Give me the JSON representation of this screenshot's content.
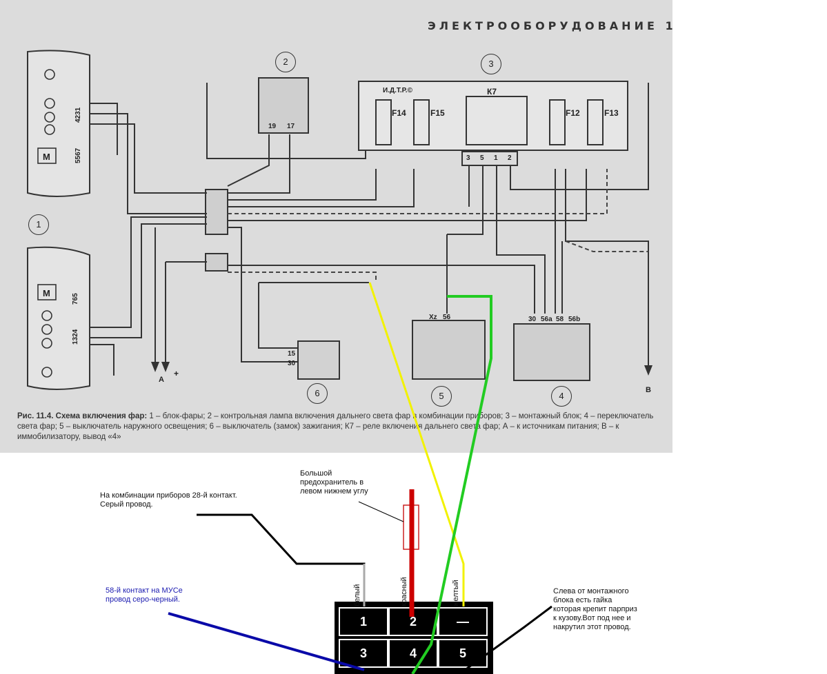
{
  "scan": {
    "header": "ЭЛЕКТРООБОРУДОВАНИЕ 1",
    "caption_bold": "Рис. 11.4. Схема включения фар:",
    "caption_text": " 1 – блок-фары; 2 – контрольная лампа включения дальнего света фар в комбинации приборов; 3 – монтажный блок; 4 – переключатель света фар; 5 – выключатель наружного освещения; 6 – выключатель (замок) зажигания; К7 – реле включения дальнего света фар; А – к источникам питания; В – к иммобилизатору, вывод «4»",
    "numbers": {
      "n1": "1",
      "n2": "2",
      "n3": "3",
      "n4": "4",
      "n5": "5",
      "n6": "6"
    },
    "block_labels": {
      "idtr": "И.Д.Т.Р.©",
      "k7": "К7",
      "f14": "F14",
      "f15": "F15",
      "f12": "F12",
      "f13": "F13",
      "k7_pins": [
        "3",
        "5",
        "1",
        "2"
      ],
      "lamp_pins": [
        "19",
        "17"
      ],
      "headlamp_top_pins": "4231",
      "headlamp_top_pins2": "5567",
      "headlamp_bot_pins": "765",
      "headlamp_bot_pins2": "1324",
      "sw5_pins": [
        "Xz",
        "56"
      ],
      "sw4_pins": [
        "30",
        "56a",
        "58",
        "56b"
      ],
      "ign_pins": [
        "15",
        "30"
      ],
      "label_a": "А",
      "label_plus": "+",
      "label_b": "В",
      "motor_m": "M"
    }
  },
  "annotations": {
    "fuse_note": "Большой\nпредохранитель в\nлевом нижнем углу",
    "gray_wire_note": "На комбинации приборов 28-й контакт.\nСерый провод.",
    "mus_note": "58-й контакт на МУСе\nпровод серо-черный.",
    "ground_note": "Слева от монтажного\nблока есть гайка\nкоторая крепит парприз\nк кузову.Вот под нее и\nнакрутил этот провод."
  },
  "connector": {
    "wire_labels": {
      "white": "белый",
      "red": "красный",
      "yellow": "желтый"
    },
    "pins": [
      "1",
      "2",
      "—",
      "3",
      "4",
      "5"
    ]
  },
  "colors": {
    "scan_bg": "#dcdcdc",
    "wire_yellow": "#f2f200",
    "wire_green": "#22cc22",
    "wire_red": "#cc0000",
    "wire_blue": "#0a0aa8",
    "connector": "#000000"
  }
}
